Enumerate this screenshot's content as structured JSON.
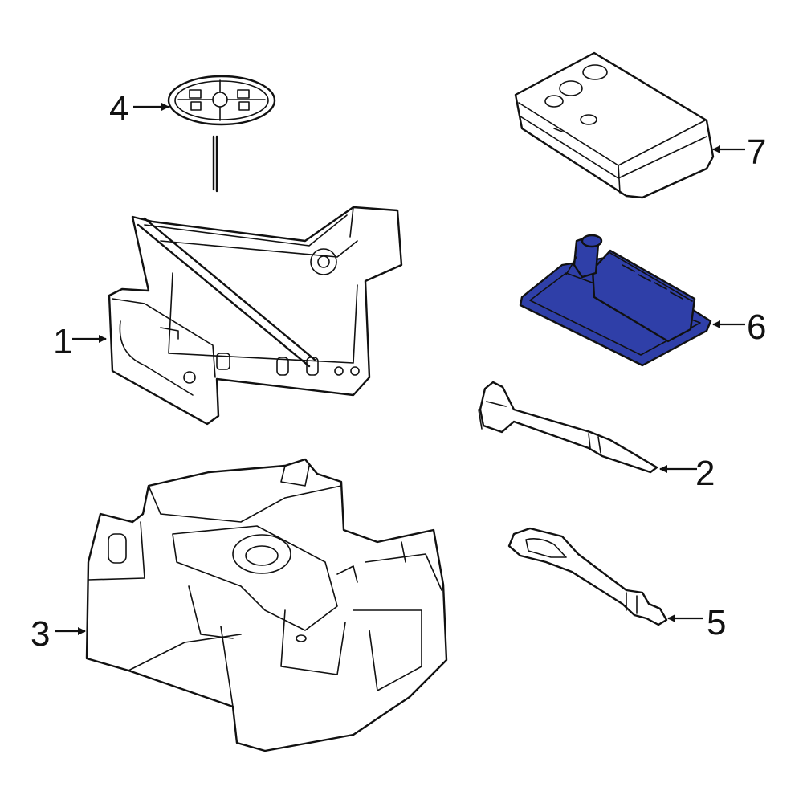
{
  "colors": {
    "line": "#111111",
    "part_fill": "#ffffff",
    "highlight_fill": "#2f3fa8",
    "highlight_stroke": "#101436"
  },
  "callouts": [
    {
      "label": "1",
      "part": "jack"
    },
    {
      "label": "2",
      "part": "lug-wrench"
    },
    {
      "label": "3",
      "part": "spare-tire-tool-tray"
    },
    {
      "label": "4",
      "part": "spare-tire-hold-down-bolt"
    },
    {
      "label": "5",
      "part": "towing-eye"
    },
    {
      "label": "6",
      "part": "tire-inflator-compressor"
    },
    {
      "label": "7",
      "part": "inflator-kit-cover"
    }
  ]
}
